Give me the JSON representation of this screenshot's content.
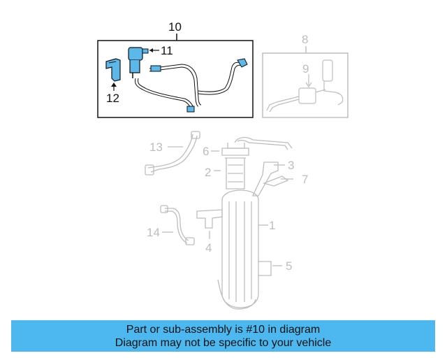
{
  "callouts": {
    "n10": "10",
    "n11": "11",
    "n12": "12",
    "n8": "8",
    "n9": "9",
    "n13": "13",
    "n6": "6",
    "n2": "2",
    "n3": "3",
    "n7": "7",
    "n1": "1",
    "n14": "14",
    "n4": "4",
    "n5": "5"
  },
  "banner": {
    "line1": "Part or sub-assembly is #10 in diagram",
    "line2": "Diagram may not be specific to your vehicle"
  },
  "colors": {
    "highlight": "#4db8f0",
    "part_fill": "#5bb8e8",
    "ghost": "#bdbdbd",
    "ink": "#111111"
  }
}
